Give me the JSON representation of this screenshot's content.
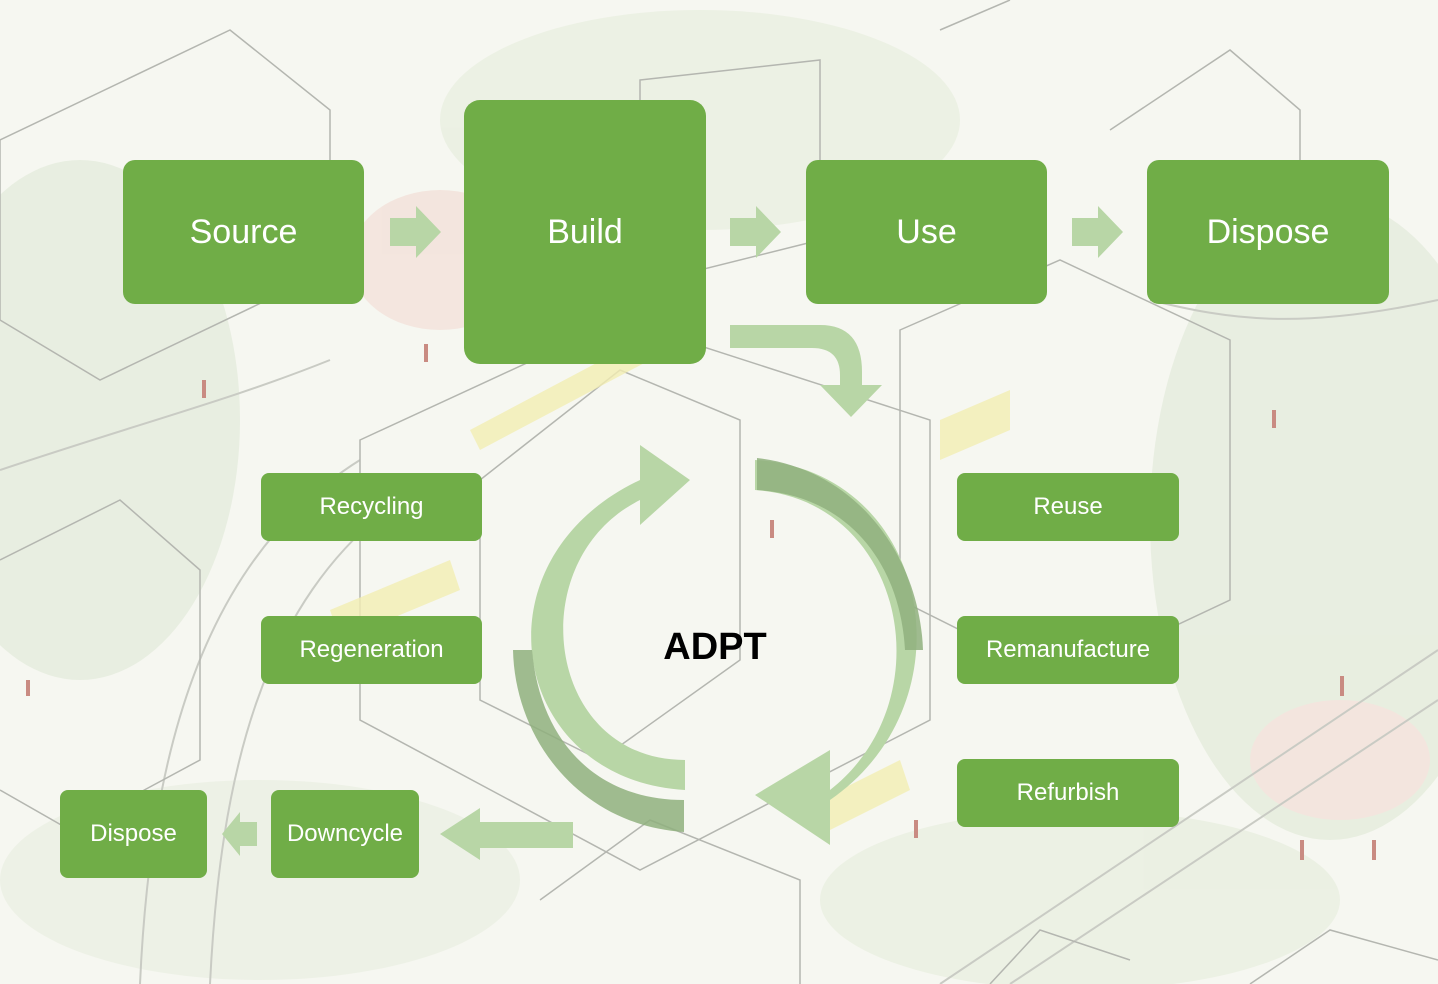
{
  "linear_flow": [
    "Source",
    "Build",
    "Use",
    "Dispose"
  ],
  "loop_center": "ADPT",
  "left_strategies": [
    "Recycling",
    "Regeneration"
  ],
  "right_strategies": [
    "Reuse",
    "Remanufacture",
    "Refurbish"
  ],
  "exit_flow": [
    "Downcycle",
    "Dispose"
  ],
  "colors": {
    "box": "#70ad47",
    "arrow_light": "#b8d6a6",
    "arrow_dark": "#8fb07e"
  }
}
